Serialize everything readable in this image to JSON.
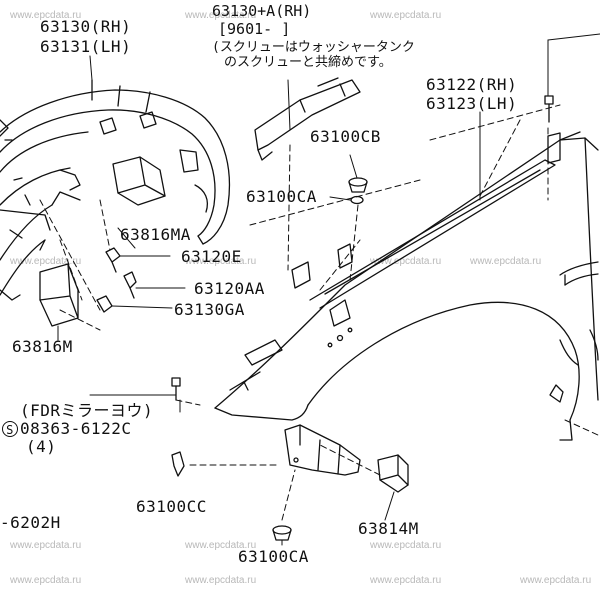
{
  "labels": {
    "p63130": "63130(RH)",
    "p63131": "63131(LH)",
    "p63130a_1": "63130+A(RH)",
    "p63130a_2": "[9601-    ]",
    "p63130a_3": "(スクリューはウォッシャータンク",
    "p63130a_4": "のスクリューと共締めです。",
    "p63122": "63122(RH)",
    "p63123": "63123(LH)",
    "p63100cb": "63100CB",
    "p63100ca_top": "63100CA",
    "p63816ma": "63816MA",
    "p63120e": "63120E",
    "p63120aa": "63120AA",
    "p63130ga": "63130GA",
    "p63816m": "63816M",
    "fdr": "(FDRミラーヨウ)",
    "screw_symbol": "S",
    "screw_num": "08363-6122C",
    "screw_qty": "(4)",
    "p63100cc": "63100CC",
    "p63814m": "63814M",
    "p63100ca_bot": "63100CA",
    "p6202h": "-6202H"
  },
  "watermark": "www.epcdata.ru"
}
